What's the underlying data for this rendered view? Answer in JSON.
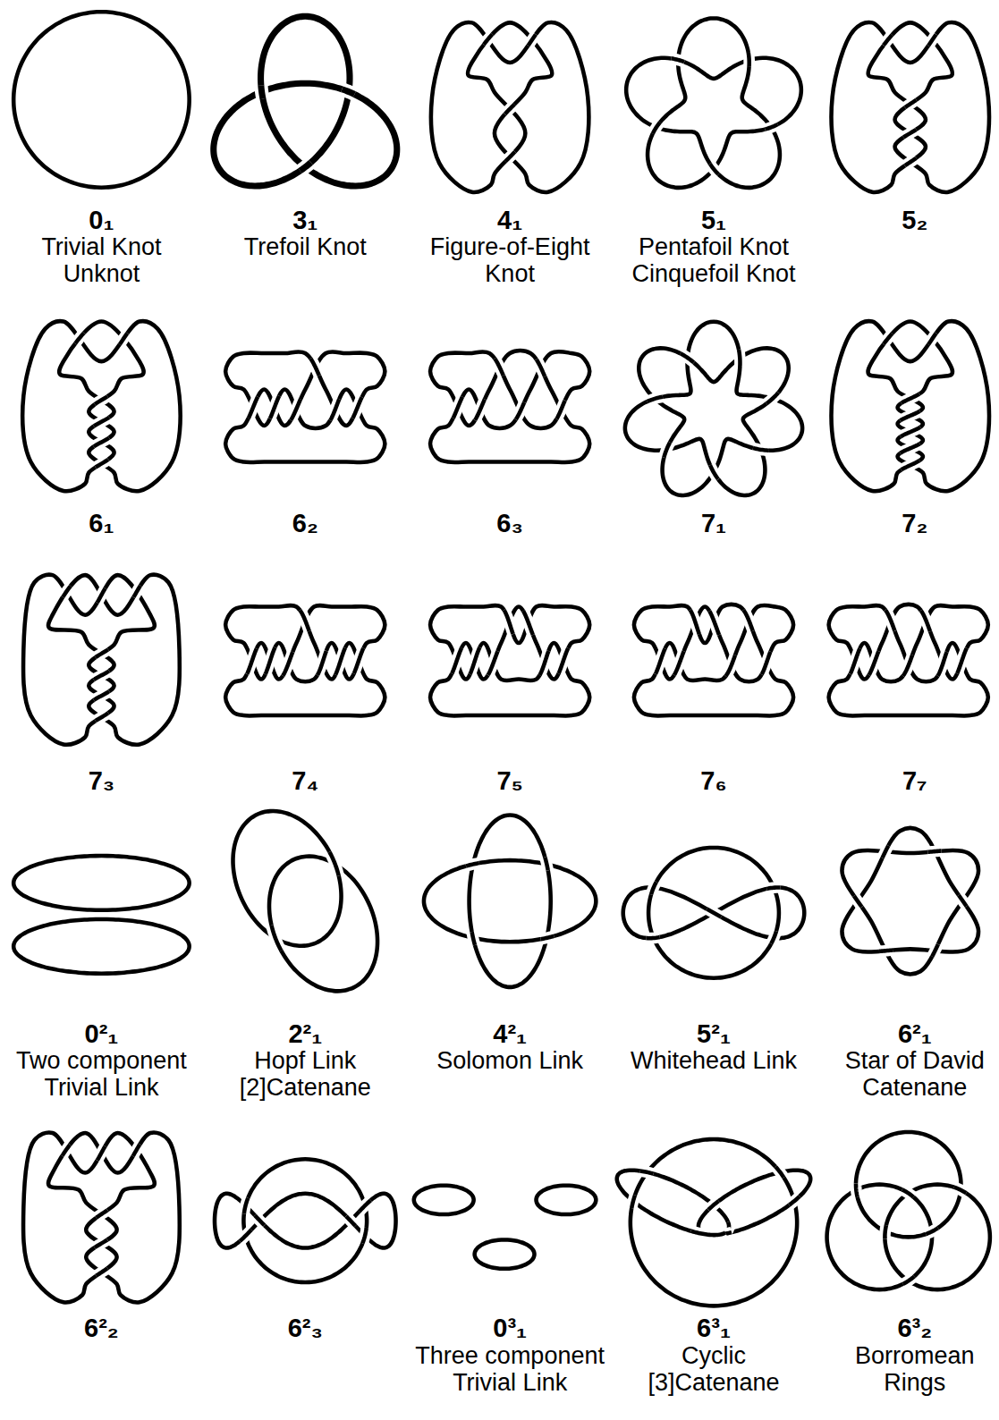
{
  "diagram": {
    "labels": [
      "0₁",
      "Trivial Knot Unknot",
      "3₁",
      "Trefoil Knot",
      "4₁",
      "Figure-of-Eight Knot",
      "5₁",
      "Pentafoil Knot Cinquefoil Knot",
      "5₂",
      "6₁",
      "6₂",
      "6₃",
      "7₁",
      "7₂",
      "7₃",
      "7₄",
      "7₅",
      "7₆",
      "7₇",
      "0²₁",
      "Two component Trivial Link",
      "2²₁",
      "Hopf Link [2]Catenane",
      "4²₁",
      "Solomon Link",
      "5²₁",
      "Whitehead Link",
      "6²₁",
      "Star of David Catenane",
      "6²₂",
      "6²₃",
      "0³₁",
      "Three component Trivial Link",
      "6³₁",
      "Cyclic [3]Catenane",
      "6³₂",
      "Borromean Rings"
    ]
  }
}
